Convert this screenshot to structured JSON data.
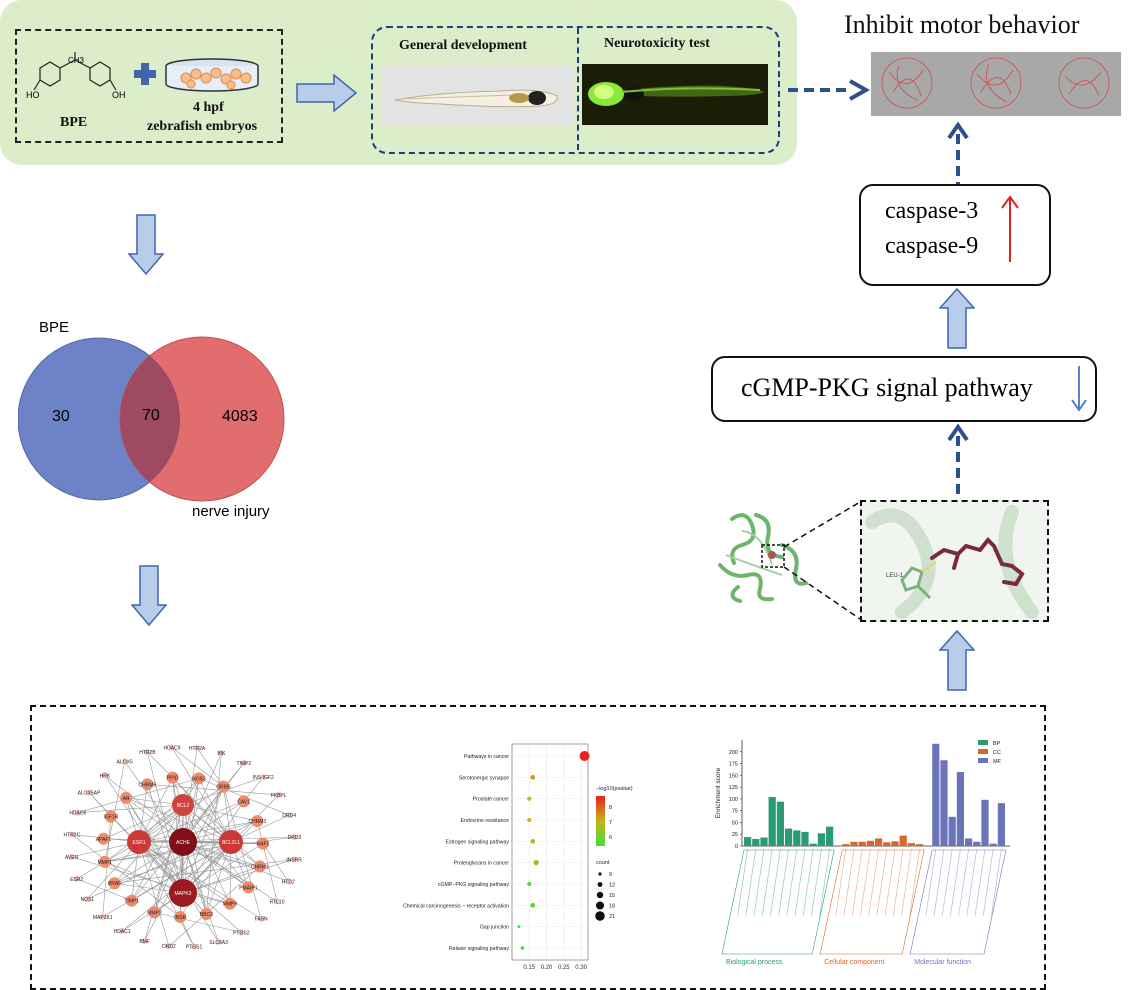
{
  "top_left": {
    "compound_label": "BPE",
    "embryo_label_1": "4 hpf",
    "embryo_label_2": "zebrafish embryos",
    "ch3": "CH3",
    "oh_left": "HO",
    "oh_right": "OH"
  },
  "development": {
    "general_label": "General development",
    "neuro_label": "Neurotoxicity test"
  },
  "behavior_title": "Inhibit motor behavior",
  "caspase": {
    "line1": "caspase-3",
    "line2": "caspase-9"
  },
  "pathway_label": "cGMP-PKG signal pathway",
  "venn": {
    "left_title": "BPE",
    "right_title": "nerve injury",
    "left_only": "30",
    "overlap": "70",
    "right_only": "4083"
  },
  "docking": {
    "residue_label": "LEU-1"
  },
  "network": {
    "hub_nodes": [
      "ESR1",
      "BCL2L1",
      "BCL2",
      "MAPK3",
      "ACHE"
    ],
    "outer_nodes": [
      "BIK",
      "TIMP2",
      "INS-IGF2",
      "FKBPL",
      "DRD4",
      "DRD3",
      "INSRR",
      "HTD2",
      "RTL10",
      "FASN",
      "PTGS2",
      "SLC6A3",
      "PTGS1",
      "DRD2",
      "BMF",
      "HDAC1",
      "MAP2K1",
      "NOS1",
      "ESR2",
      "AVEN",
      "HTR2C",
      "HDAC6",
      "ALOX5AP",
      "HRK",
      "ALOX5",
      "HTR2B",
      "HDAC9",
      "HTR2A"
    ],
    "inner_nodes": [
      "NOS3",
      "GRM5",
      "CAV1",
      "CHRM3",
      "RAF1",
      "CHRM1",
      "PMAIP1",
      "MMP9",
      "BBC3",
      "INSR",
      "MMP2",
      "TIMP1",
      "BRAF",
      "MMP1",
      "APAF1",
      "IGF1R",
      "AR",
      "CHRM5",
      "PPID"
    ]
  },
  "kegg": {
    "legend_title": "−log10(pvalue)",
    "count_title": "count",
    "color_ticks": [
      "8",
      "7",
      "6"
    ],
    "size_ticks": [
      "9",
      "12",
      "15",
      "18",
      "21"
    ],
    "x_ticks": [
      "0.15",
      "0.20",
      "0.25",
      "0.30"
    ]
  },
  "chart_data": [
    {
      "type": "scatter",
      "title": "",
      "xlabel": "",
      "ylabel": "",
      "xlim": [
        0.1,
        0.32
      ],
      "categories": [
        "Pathways in cancer",
        "Serotonergic synapse",
        "Prostate cancer",
        "Endocrine resistance",
        "Estrogen signaling pathway",
        "Proteoglycans in cancer",
        "cGMP−PKG signaling pathway",
        "Chemical carcinogenesis − receptor activation",
        "Gap junction",
        "Relaxin signaling pathway"
      ],
      "x": [
        0.31,
        0.16,
        0.15,
        0.15,
        0.16,
        0.17,
        0.15,
        0.16,
        0.12,
        0.13
      ],
      "neglog10_pvalue": [
        8.5,
        7.4,
        7.2,
        7.2,
        7.1,
        6.8,
        6.2,
        6.1,
        5.9,
        5.9
      ],
      "count": [
        21,
        12,
        11,
        11,
        12,
        13,
        11,
        12,
        9,
        10
      ],
      "color_scale": {
        "high": "#e8231e",
        "mid": "#c9b21c",
        "low": "#3fe03a"
      }
    },
    {
      "type": "bar",
      "title": "",
      "ylabel": "Enrichment score",
      "ylim": [
        0,
        225
      ],
      "y_ticks": [
        "0",
        "25",
        "50",
        "75",
        "100",
        "125",
        "150",
        "175",
        "200"
      ],
      "legend": [
        "BP",
        "CC",
        "MF"
      ],
      "groups": [
        "Biological process",
        "Cellular component",
        "Molecular function"
      ],
      "series": [
        {
          "name": "BP",
          "color": "#2a9b77",
          "values": [
            19,
            15,
            18,
            104,
            94,
            37,
            33,
            30,
            5,
            27,
            41
          ]
        },
        {
          "name": "CC",
          "color": "#d9672a",
          "values": [
            4,
            9,
            9,
            11,
            16,
            8,
            10,
            22,
            6,
            4
          ]
        },
        {
          "name": "MF",
          "color": "#6b74b8",
          "values": [
            217,
            182,
            62,
            157,
            16,
            9,
            98,
            5,
            91
          ]
        }
      ]
    }
  ],
  "colors": {
    "top_panel_bg": "#dcedc9",
    "arrow_fill": "#b7cdea",
    "arrow_stroke": "#3f66ad",
    "dash_arrow": "#2c4f8e",
    "venn_left": "#6d82c7",
    "venn_right": "#e26d6f",
    "venn_overlap": "#9e4a62",
    "up_arrow": "#e02424",
    "down_arrow": "#4477cc"
  }
}
